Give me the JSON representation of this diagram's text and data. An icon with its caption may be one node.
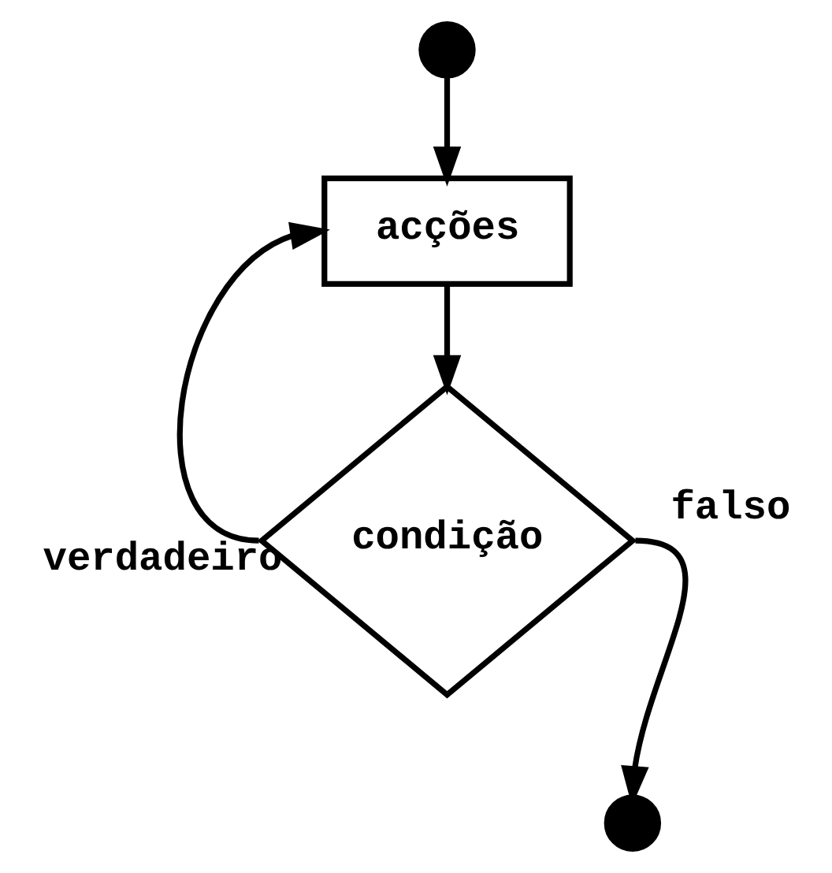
{
  "diagram": {
    "nodes": [
      {
        "text": [],
        "shape": "circle"
      },
      {
        "text": [
          "acções"
        ]
      },
      {
        "text": [
          "condição"
        ]
      },
      {
        "text": [],
        "shape": "circle"
      }
    ],
    "edges": [
      {
        "from": 0,
        "to": 1,
        "arrow": "to"
      },
      {
        "from": 1,
        "to": 2,
        "arrow": "to"
      },
      {
        "from": 2,
        "to": 1,
        "arrow": "to",
        "label": "verdadeiro"
      },
      {
        "from": 2,
        "to": 3,
        "arrow": "to",
        "label": "falso"
      }
    ]
  }
}
